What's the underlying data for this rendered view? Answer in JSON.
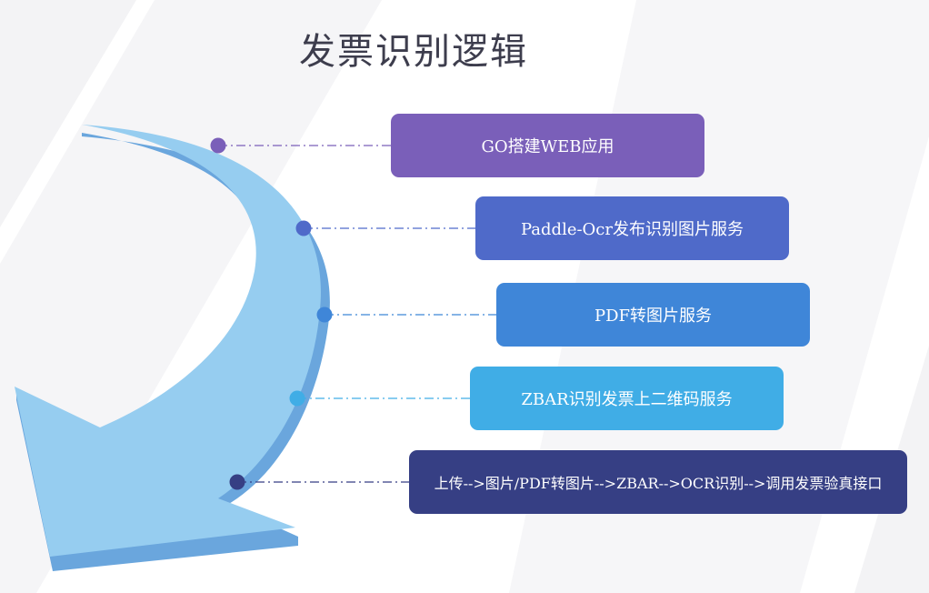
{
  "title": "发票识别逻辑",
  "colors": {
    "arrow_face": "#96cdf0",
    "arrow_edge": "#6aa6dd",
    "step1": "#7a5fb9",
    "step2": "#4f6ac9",
    "step3": "#3f86d8",
    "step4": "#40ade6",
    "step5": "#363f84"
  },
  "steps": [
    {
      "label": "GO搭建WEB应用"
    },
    {
      "label": "Paddle-Ocr发布识别图片服务"
    },
    {
      "label": "PDF转图片服务"
    },
    {
      "label": "ZBAR识别发票上二维码服务"
    },
    {
      "label": "上传-->图片/PDF转图片-->ZBAR-->OCR识别-->调用发票验真接口"
    }
  ]
}
